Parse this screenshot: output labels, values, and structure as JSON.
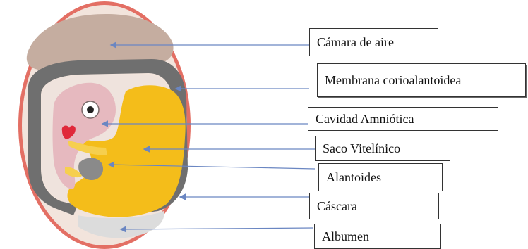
{
  "diagram": {
    "labels": [
      {
        "key": "camara",
        "text": "Cámara de aire"
      },
      {
        "key": "membrana",
        "text": "Membrana corioalantoidea"
      },
      {
        "key": "cavidad",
        "text": "Cavidad Amniótica"
      },
      {
        "key": "saco",
        "text": "Saco Vitelínico"
      },
      {
        "key": "alantoides",
        "text": "Alantoides"
      },
      {
        "key": "cascara",
        "text": "Cáscara"
      },
      {
        "key": "albumen",
        "text": "Albumen"
      }
    ],
    "colors": {
      "shell": "#e36f64",
      "shell_inner": "#f2e4dc",
      "air_cell": "#c5ada0",
      "membrane": "#6f6f6f",
      "yolk": "#f4bd1a",
      "embryo": "#e6b9bf",
      "albumen": "#dcdcdc",
      "arrow": "#6a86c2"
    }
  }
}
